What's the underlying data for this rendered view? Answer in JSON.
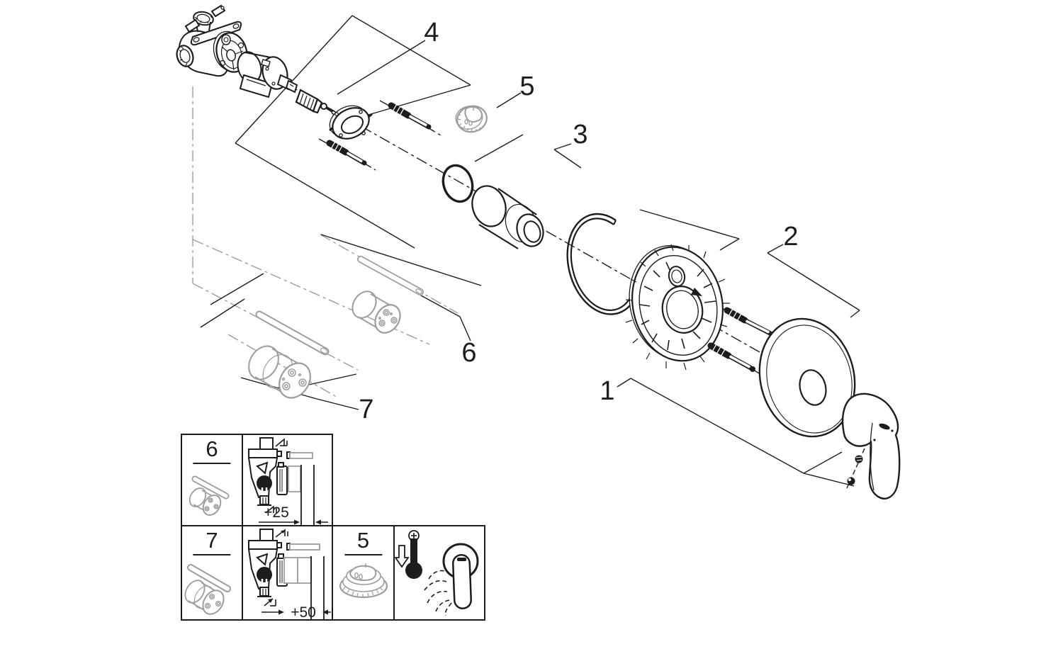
{
  "colors": {
    "line": "#1d1d1b",
    "gray_part": "#9d9d9c",
    "background": "#ffffff"
  },
  "exploded_view": {
    "description": "Exploded parts diagram of a concealed single-lever mixer trim set",
    "part_labels": [
      {
        "text": "4"
      },
      {
        "text": "5"
      },
      {
        "text": "3"
      },
      {
        "text": "2"
      },
      {
        "text": "1"
      },
      {
        "text": "6"
      },
      {
        "text": "7"
      }
    ]
  },
  "inset_table": {
    "cell_6": {
      "label": "6",
      "icons": [
        "extension-spindle-icon",
        "extension-sleeve-icon"
      ]
    },
    "cell_plus25": {
      "dimension": "+25",
      "icons": [
        "valve-cross-section-icon",
        "finished-wall-icon"
      ]
    },
    "cell_7": {
      "label": "7",
      "icons": [
        "extension-spindle-icon",
        "extension-sleeve-icon"
      ]
    },
    "cell_plus50": {
      "dimension": "+50",
      "icons": [
        "valve-cross-section-icon",
        "finished-wall-icon"
      ]
    },
    "cell_5": {
      "label": "5",
      "icons": [
        "temperature-limit-stop-icon"
      ]
    },
    "cell_temperature": {
      "icons": [
        "down-arrow-icon",
        "thermometer-cold-icon",
        "escutcheon-icon",
        "lever-handle-icon",
        "hand-outline-icon"
      ]
    }
  }
}
